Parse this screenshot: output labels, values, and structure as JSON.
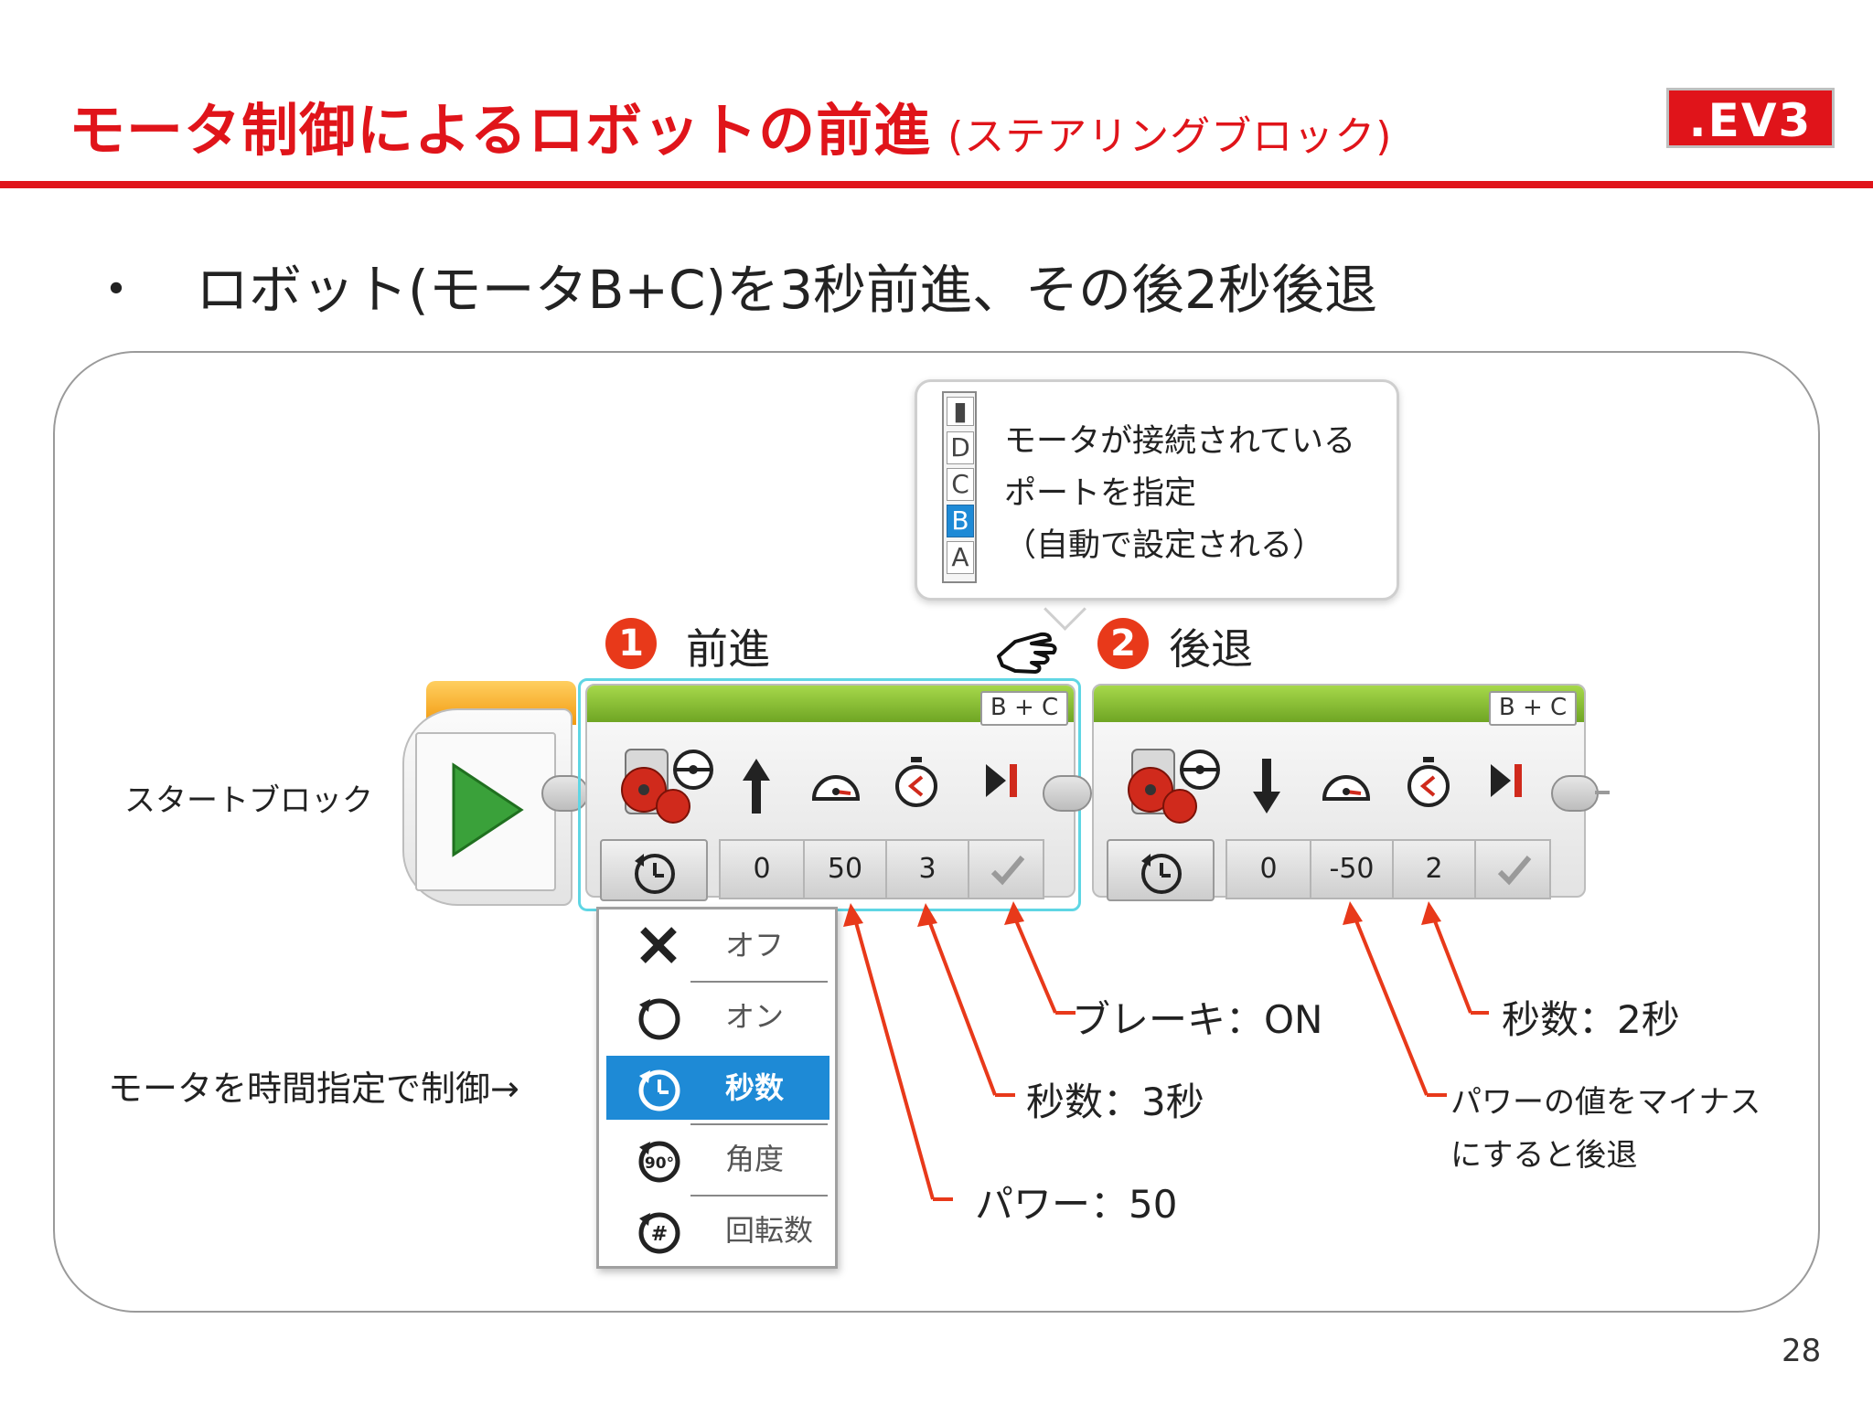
{
  "header": {
    "title": "モータ制御によるロボットの前進",
    "subtitle": "(ステアリングブロック)",
    "logo_text": ".EV3",
    "accent_color": "#e0141a"
  },
  "bullet": {
    "marker": "・",
    "text": "ロボット(モータB+C)を3秒前進、その後2秒後退"
  },
  "tooltip": {
    "ports": [
      "D",
      "C",
      "B",
      "A"
    ],
    "selected_port": "B",
    "lines": [
      "モータが接続されている",
      "ポートを指定",
      "（自動で設定される）"
    ]
  },
  "steps": [
    {
      "number": "1",
      "label": "前進"
    },
    {
      "number": "2",
      "label": "後退"
    }
  ],
  "start_block": {
    "label": "スタートブロック"
  },
  "blocks": [
    {
      "ports": "B + C",
      "steering": "0",
      "power": "50",
      "seconds": "3"
    },
    {
      "ports": "B + C",
      "steering": "0",
      "power": "-50",
      "seconds": "2"
    }
  ],
  "mode_menu": {
    "items": [
      "オフ",
      "オン",
      "秒数",
      "角度",
      "回転数"
    ],
    "selected": "秒数",
    "label": "モータを時間指定で制御→"
  },
  "annotations": {
    "brake": "ブレーキ：ON",
    "seconds_3": "秒数：3秒",
    "power_50": "パワー：50",
    "seconds_2": "秒数：2秒",
    "minus_power_line1": "パワーの値をマイナス",
    "minus_power_line2": "にすると後退"
  },
  "page_number": "28"
}
